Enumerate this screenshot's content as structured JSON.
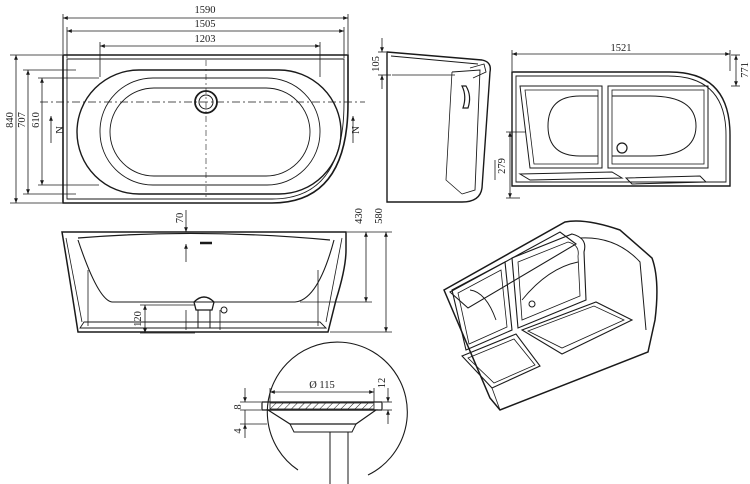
{
  "top_view": {
    "overall_length": "1590",
    "outer_rim_length": "1505",
    "inner_length": "1203",
    "overall_width": "840",
    "rim_width": "707",
    "inner_width": "610",
    "section_marker_left": "N",
    "section_marker_right": "N"
  },
  "side_view": {
    "side_height": "105"
  },
  "front_view": {
    "overflow_offset": "70",
    "inner_depth": "430",
    "overall_height": "580",
    "drain_height": "120"
  },
  "panel_view": {
    "panel_length": "1521",
    "panel_height": "771",
    "panel_offset": "279"
  },
  "drain_detail": {
    "drain_diameter": "Ø 115",
    "rim_thickness": "12",
    "flange_height": "8",
    "seal_height": "4"
  }
}
